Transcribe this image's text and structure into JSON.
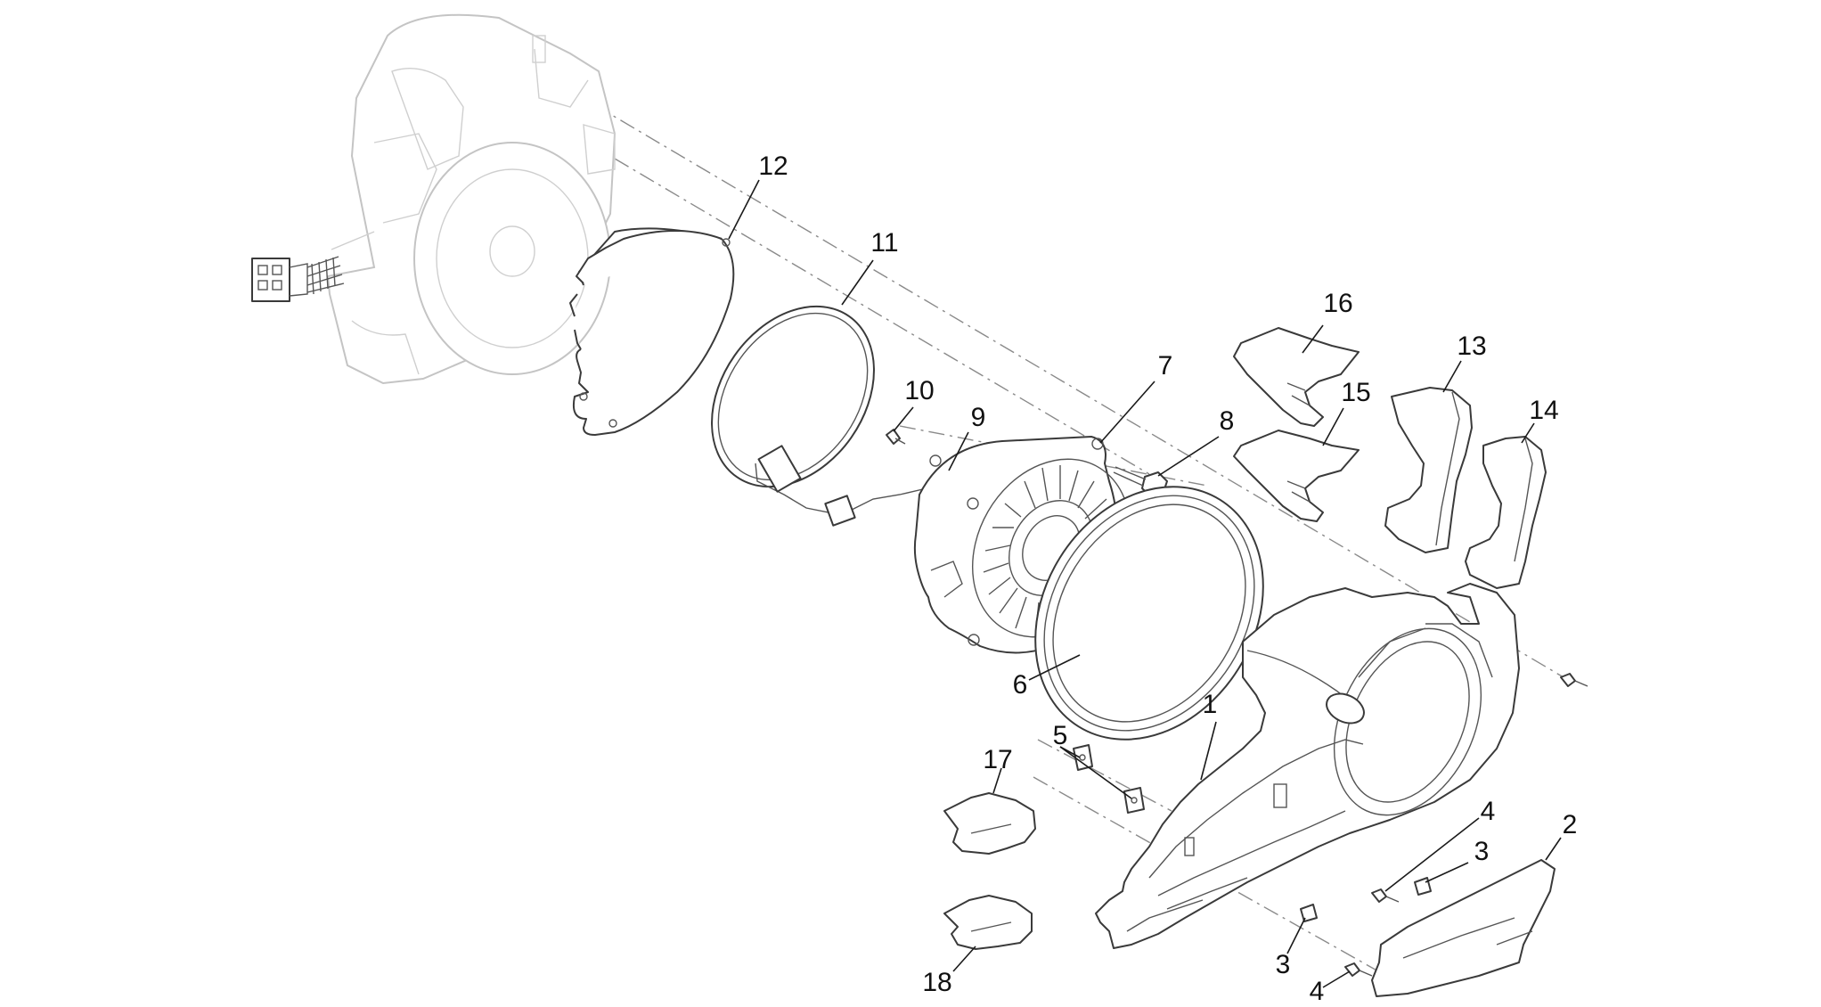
{
  "diagram": {
    "type": "exploded parts diagram",
    "callouts": [
      {
        "id": "c1",
        "label": "1"
      },
      {
        "id": "c2",
        "label": "2"
      },
      {
        "id": "c3a",
        "label": "3"
      },
      {
        "id": "c3b",
        "label": "3"
      },
      {
        "id": "c4a",
        "label": "4"
      },
      {
        "id": "c4b",
        "label": "4"
      },
      {
        "id": "c5",
        "label": "5"
      },
      {
        "id": "c6",
        "label": "6"
      },
      {
        "id": "c7",
        "label": "7"
      },
      {
        "id": "c8",
        "label": "8"
      },
      {
        "id": "c9",
        "label": "9"
      },
      {
        "id": "c10",
        "label": "10"
      },
      {
        "id": "c11",
        "label": "11"
      },
      {
        "id": "c12",
        "label": "12"
      },
      {
        "id": "c13",
        "label": "13"
      },
      {
        "id": "c14",
        "label": "14"
      },
      {
        "id": "c15",
        "label": "15"
      },
      {
        "id": "c16",
        "label": "16"
      },
      {
        "id": "c17",
        "label": "17"
      },
      {
        "id": "c18",
        "label": "18"
      }
    ]
  }
}
